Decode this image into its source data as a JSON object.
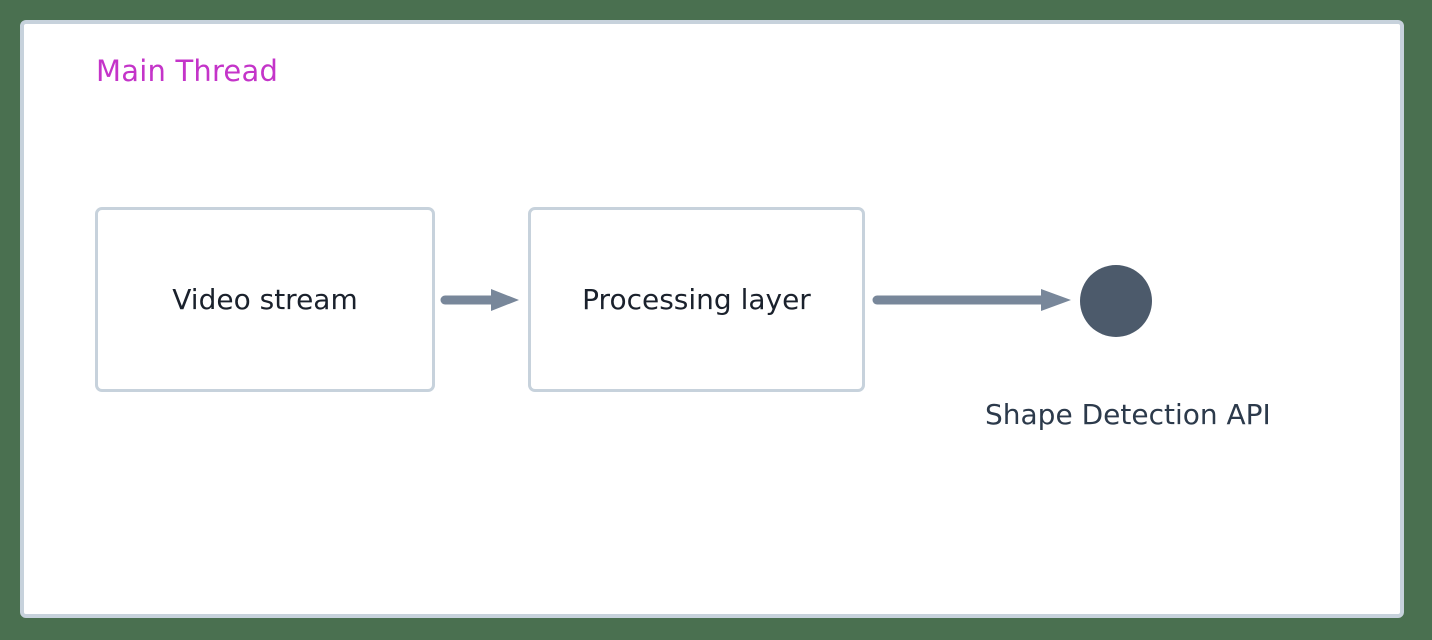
{
  "canvas": {
    "background_color": "#4a7050",
    "panel_background": "#ffffff",
    "panel_border_color": "#c7d2dc"
  },
  "diagram": {
    "type": "flow",
    "lane": {
      "title": "Main Thread",
      "title_color": "#c434c9"
    },
    "nodes": [
      {
        "id": "video-stream",
        "label": "Video stream",
        "shape": "rounded-rectangle",
        "fill": "#ffffff",
        "border_color": "#c7d2dc",
        "text_color": "#1a212c"
      },
      {
        "id": "processing-layer",
        "label": "Processing layer",
        "shape": "rounded-rectangle",
        "fill": "#ffffff",
        "border_color": "#c7d2dc",
        "text_color": "#1a212c"
      },
      {
        "id": "shape-detection-api",
        "label": "Shape Detection API",
        "shape": "circle",
        "fill": "#4c5a6b",
        "text_color": "#2c3a4b"
      }
    ],
    "edges": [
      {
        "id": "edge-video-to-processing",
        "from": "video-stream",
        "to": "processing-layer",
        "label": "",
        "color": "#78879a",
        "style": "solid-arrow"
      },
      {
        "id": "edge-processing-to-api",
        "from": "processing-layer",
        "to": "shape-detection-api",
        "label": "",
        "color": "#78879a",
        "style": "solid-arrow"
      }
    ]
  }
}
